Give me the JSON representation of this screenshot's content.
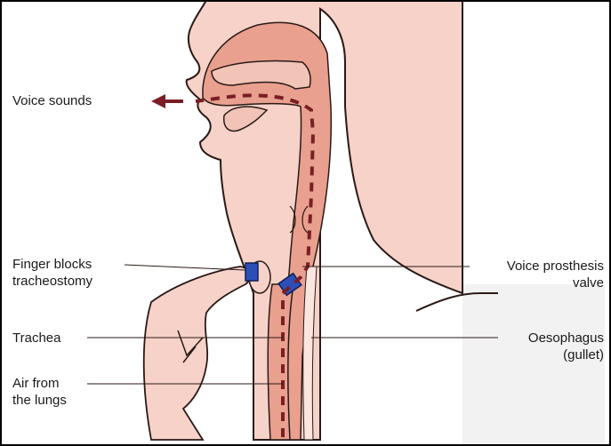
{
  "labels": {
    "voice_sounds": "Voice sounds",
    "finger_blocks_1": "Finger blocks",
    "finger_blocks_2": "tracheostomy",
    "trachea": "Trachea",
    "air_1": "Air from",
    "air_2": "the lungs",
    "prosthesis_1": "Voice prosthesis",
    "prosthesis_2": "valve",
    "oesophagus_1": "Oesophagus",
    "oesophagus_2": "(gullet)"
  },
  "colors": {
    "skin": "#f6d2c8",
    "tract": "#e9a08f",
    "bone": "#f1c4b7",
    "outline": "#2a1a16",
    "arrow": "#7a1e24",
    "valve": "#2c4fb7",
    "bg_panel": "#f2f2f2",
    "border": "#000000"
  },
  "icons": [
    "airflow-arrow",
    "voice-prosthesis-valve"
  ]
}
